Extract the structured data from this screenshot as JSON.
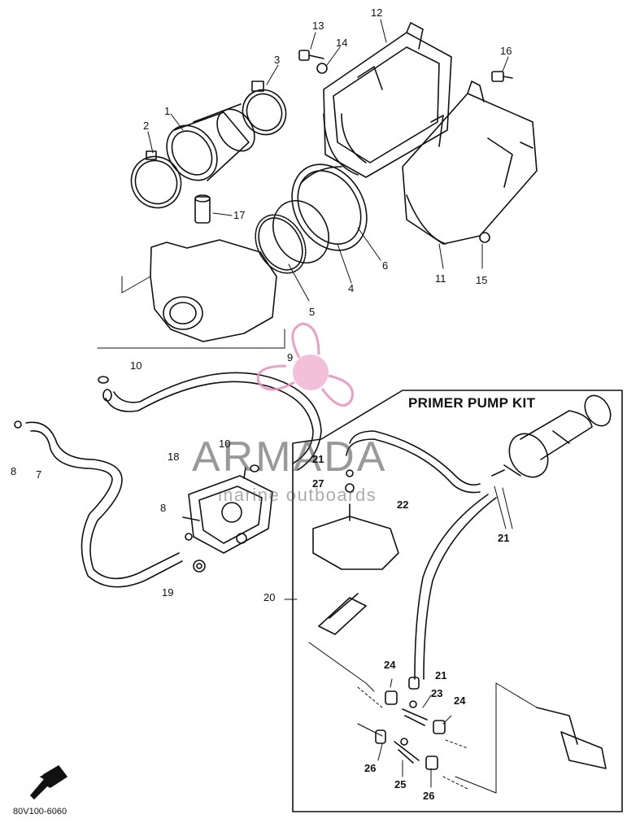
{
  "kit_title": "PRIMER PUMP KIT",
  "watermark": {
    "name": "ARMADA",
    "tagline": "marine outboards"
  },
  "diagram_code": "80V100-6060",
  "fwd_label": "FWD",
  "labels": {
    "l1": "1",
    "l2": "2",
    "l3": "3",
    "l4": "4",
    "l5": "5",
    "l6": "6",
    "l7": "7",
    "l8a": "8",
    "l8b": "8",
    "l9": "9",
    "l10a": "10",
    "l10b": "10",
    "l11": "11",
    "l12": "12",
    "l13": "13",
    "l14": "14",
    "l15": "15",
    "l16": "16",
    "l17": "17",
    "l18": "18",
    "l19": "19",
    "l20": "20",
    "l21a": "21",
    "l21b": "21",
    "l21c": "21",
    "l22": "22",
    "l23": "23",
    "l24a": "24",
    "l24b": "24",
    "l25": "25",
    "l26a": "26",
    "l26b": "26",
    "l27": "27"
  },
  "colors": {
    "line": "#111111",
    "logo": "#f2b6d4",
    "logo_dark": "#e98fbd"
  }
}
